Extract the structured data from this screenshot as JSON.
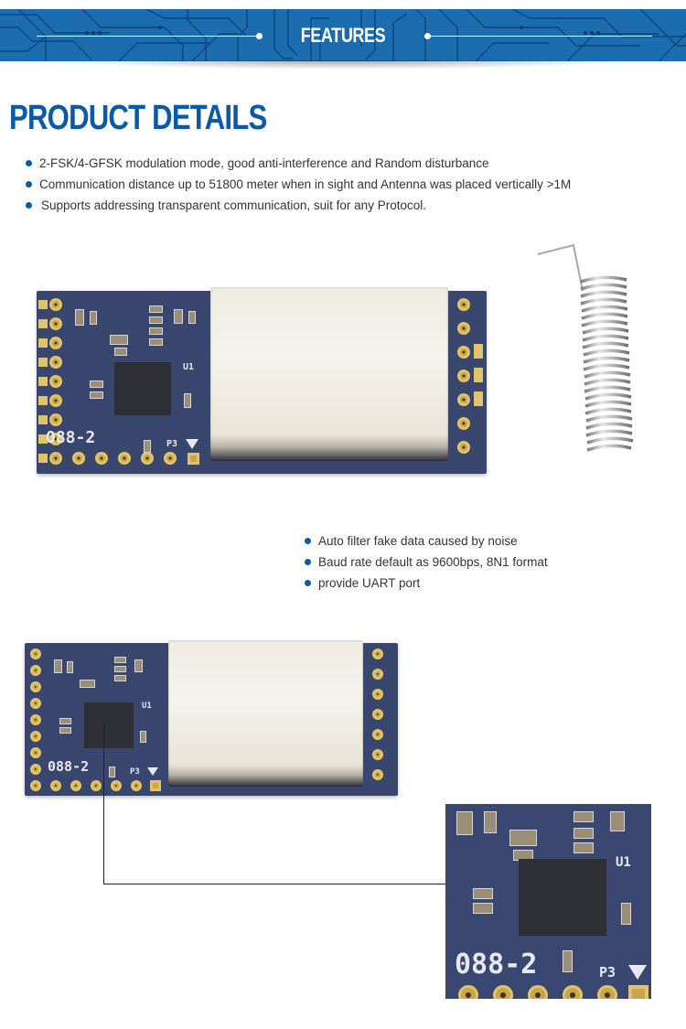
{
  "banner": {
    "title": "FEATURES",
    "background_color": "#1c6db0",
    "text_color": "#ffffff"
  },
  "section": {
    "heading": "PRODUCT DETAILS",
    "heading_color": "#0b5aa8"
  },
  "features_primary": [
    {
      "text": "2-FSK/4-GFSK modulation mode, good anti-interference and Random disturbance"
    },
    {
      "text": "Communication distance up to 51800 meter when in sight and  Antenna was placed vertically >1M"
    },
    {
      "text": "Supports addressing transparent communication, suit for any Protocol."
    }
  ],
  "features_secondary": [
    {
      "text": "Auto filter fake data caused by noise"
    },
    {
      "text": "Baud rate default as 9600bps, 8N1 format"
    },
    {
      "text": "provide UART port"
    }
  ],
  "board_labels": {
    "model": "088-2",
    "connector": "P3",
    "ic_ref": "U1"
  },
  "images": {
    "module_top": "wireless-module-photo",
    "antenna": "spring-antenna-photo",
    "module_bottom": "wireless-module-photo",
    "zoom_inset": "chip-closeup-photo"
  },
  "colors": {
    "pcb": "#39476f",
    "pad_gold": "#c9a64a",
    "shield": "#efece3",
    "bullet": "#0b5aa8"
  }
}
